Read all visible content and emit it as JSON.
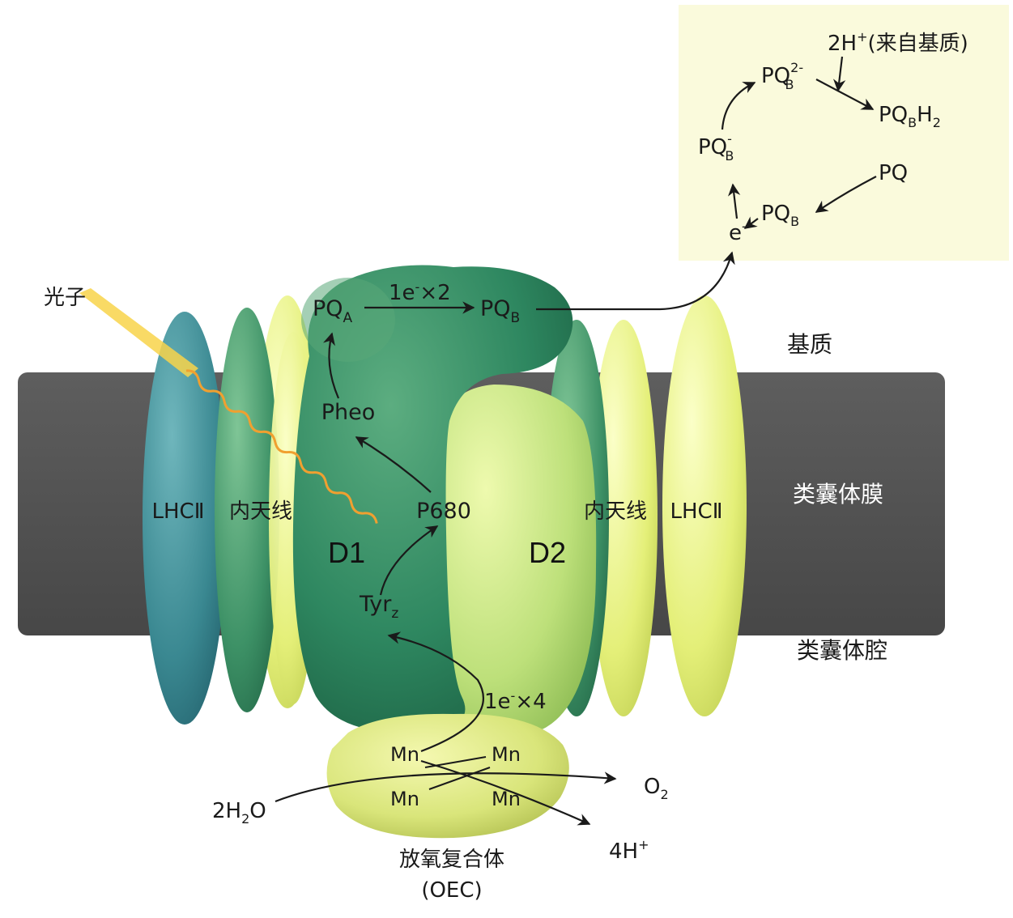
{
  "labels": {
    "photon": "光子",
    "stroma": "基质",
    "thylakoid_membrane": "类囊体膜",
    "lumen": "类囊体腔",
    "lhcii_left": "LHCⅡ",
    "inner_antenna_left": "内天线",
    "inner_antenna_right": "内天线",
    "lhcii_right": "LHCⅡ",
    "d1": "D1",
    "d2": "D2",
    "p680": "P680",
    "pheo": "Pheo",
    "tyr_main": "Tyr",
    "tyr_sub": "z",
    "pqa_main": "PQ",
    "pqa_sub": "A",
    "pqb_main": "PQ",
    "pqb_sub": "B",
    "transfer_top_a": "1e",
    "transfer_top_sup": "-",
    "transfer_top_b": "×2",
    "transfer_bottom_a": "1e",
    "transfer_bottom_sup": "-",
    "transfer_bottom_b": "×4",
    "mn": "Mn",
    "water_a": "2H",
    "water_sub": "2",
    "water_b": "O",
    "o2_main": "O",
    "o2_sub": "2",
    "protons_main": "4H",
    "protons_sup": "+",
    "oec_name": "放氧复合体",
    "oec_abbr": "(OEC)"
  },
  "cycle": {
    "protons_main": "2H",
    "protons_sup": "+",
    "protons_note": "(来自基质)",
    "pqb2_main": "PQ",
    "pqb2_sub": "B",
    "pqb2_sup": "2-",
    "pqbh2_main": "PQ",
    "pqbh2_sub": "B",
    "pqbh2_h": "H",
    "pqbh2_sub2": "2",
    "pqbminus_main": "PQ",
    "pqbminus_sub": "B",
    "pqbminus_sup": "-",
    "pq": "PQ",
    "pqb_main": "PQ",
    "pqb_sub": "B",
    "electron_main": "e",
    "electron_sup": "-"
  },
  "colors": {
    "membrane": "#555555",
    "cycle_box": "#fafadc",
    "d1": "#2f8a62",
    "d2": "#c3e37e",
    "lhcii": "#3f8f98",
    "antenna_yellow": "#e8f27a",
    "oec": "#dde97a",
    "photon": "#f5c542"
  }
}
